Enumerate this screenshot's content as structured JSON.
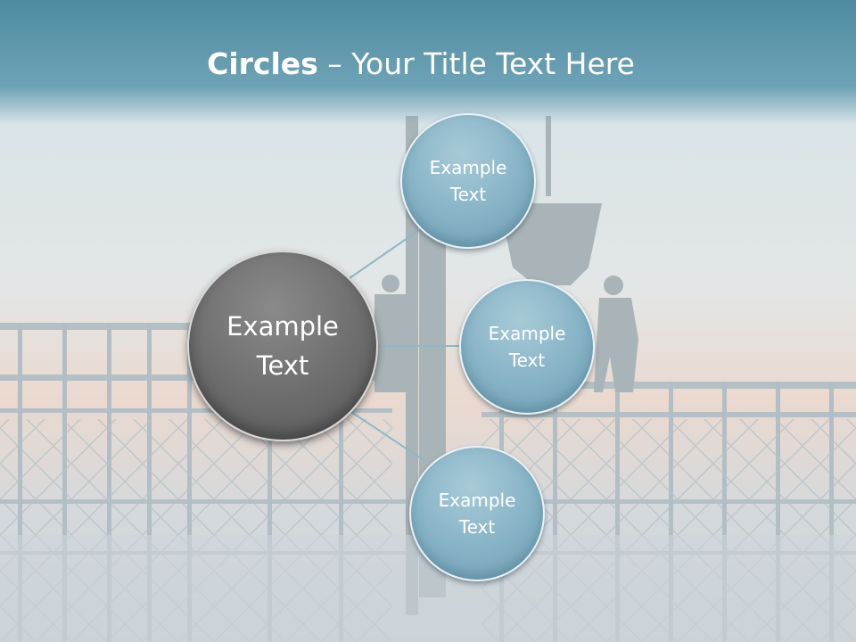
{
  "title": {
    "bold": "Circles",
    "rest": " – Your Title Text Here"
  },
  "center": {
    "line1": "Example",
    "line2": "Text"
  },
  "nodes": [
    {
      "line1": "Example",
      "line2": "Text"
    },
    {
      "line1": "Example",
      "line2": "Text"
    },
    {
      "line1": "Example",
      "line2": "Text"
    }
  ],
  "colors": {
    "title_band": "#5b93a8",
    "node_fill": "#85b2c5",
    "center_fill": "#6c6c6c",
    "connector": "#8fb8c8"
  }
}
